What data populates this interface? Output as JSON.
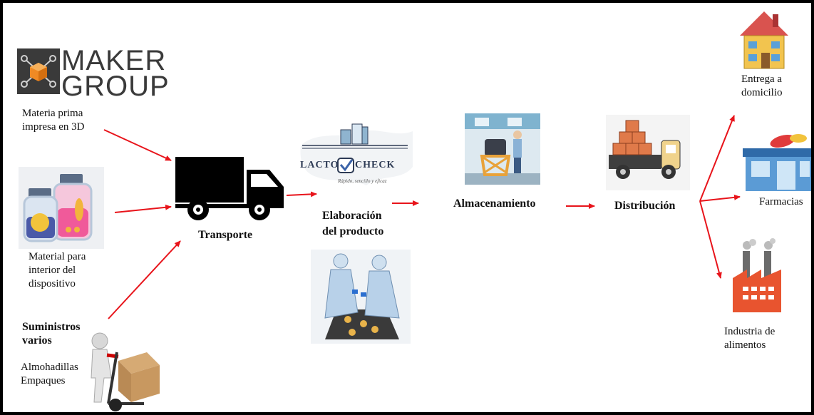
{
  "logo": {
    "line1": "MAKER",
    "line2": "GROUP"
  },
  "sources": {
    "materia_prima": [
      "Materia prima",
      "impresa en 3D"
    ],
    "material_interior": [
      "Material para",
      "interior del",
      "dispositivo"
    ],
    "suministros_title": [
      "Suministros",
      "varios"
    ],
    "suministros_items": [
      "Almohadillas",
      "Empaques"
    ]
  },
  "stages": {
    "transporte": "Transporte",
    "elaboracion": [
      "Elaboración",
      "del producto"
    ],
    "almacenamiento": "Almacenamiento",
    "distribucion": "Distribución"
  },
  "lacto_check": {
    "left": "LACTO",
    "right": "CHECK",
    "tagline": "Rápido, sencillo y eficaz"
  },
  "destinations": {
    "domicilio": [
      "Entrega a",
      "domicilio"
    ],
    "farmacias": "Farmacias",
    "industria": [
      "Industria de",
      "alimentos"
    ]
  },
  "colors": {
    "arrow": "#e8141b",
    "border": "#000000",
    "truck": "#000000"
  },
  "icons": [
    "molecule-cube-icon",
    "delivery-truck-icon",
    "jars-icon",
    "hand-truck-person-icon",
    "milk-splash-icon",
    "warehouse-worker-icon",
    "food-workers-icon",
    "cargo-truck-icon",
    "house-icon",
    "pharmacy-icon",
    "factory-icon"
  ]
}
